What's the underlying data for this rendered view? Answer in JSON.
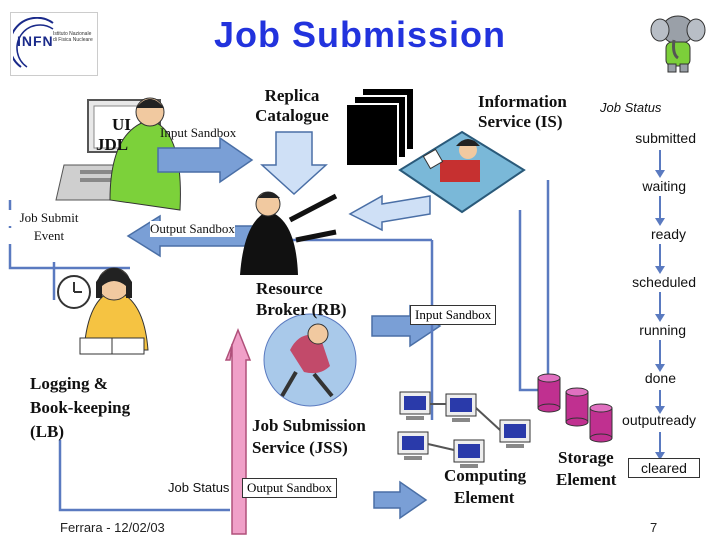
{
  "title": "Job Submission",
  "logo": {
    "name": "INFN",
    "subtitle": "Istituto Nazionale di Fisica Nucleare"
  },
  "labels": {
    "ui": "UI",
    "jdl": "JDL",
    "replica_1": "Replica",
    "replica_2": "Catalogue",
    "info_1": "Information",
    "info_2": "Service (IS)",
    "input_sandbox_top": "Input Sandbox",
    "job_submit_event_1": "Job Submit",
    "job_submit_event_2": "Event",
    "output_sandbox_mid": "Output Sandbox",
    "rb_1": "Resource",
    "rb_2": "Broker (RB)",
    "input_sandbox_ce": "Input Sandbox",
    "lb_1": "Logging &",
    "lb_2": "Book-keeping",
    "lb_3": "(LB)",
    "jss_1": "Job Submission",
    "jss_2": "Service (JSS)",
    "job_status_bottom": "Job Status",
    "output_sandbox_bottom": "Output Sandbox",
    "ce_1": "Computing",
    "ce_2": "Element",
    "se_1": "Storage",
    "se_2": "Element"
  },
  "job_status": {
    "title": "Job Status",
    "states": [
      "submitted",
      "waiting",
      "ready",
      "scheduled",
      "running",
      "done",
      "outputready",
      "cleared"
    ]
  },
  "footer": {
    "left": "Ferrara - 12/02/03",
    "page": "7"
  },
  "colors": {
    "title": "#2233dd",
    "arrow": "#7a9fd6",
    "pink": "#f0a0c8",
    "db": "#c03090"
  }
}
